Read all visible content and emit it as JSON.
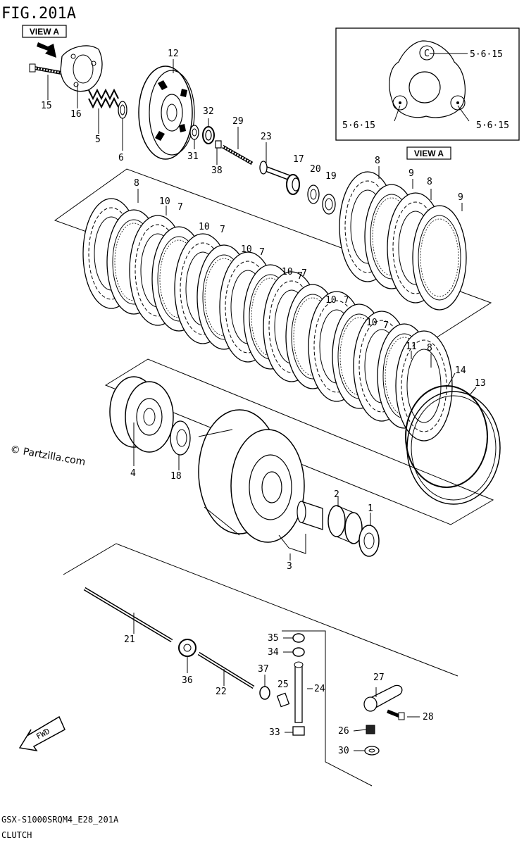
{
  "header": {
    "figure_title": "FIG.201A",
    "view_a_tag": "VIEW A"
  },
  "inset": {
    "label": "VIEW A",
    "center_mark": "C",
    "bolt_labels": [
      "5·6·15",
      "5·6·15",
      "5·6·15"
    ]
  },
  "watermark": "© Partzilla.com",
  "fwd_label": "FWD",
  "parts": [
    {
      "id": "c1",
      "n": "1"
    },
    {
      "id": "c2",
      "n": "2"
    },
    {
      "id": "c3",
      "n": "3"
    },
    {
      "id": "c4",
      "n": "4"
    },
    {
      "id": "c5",
      "n": "5"
    },
    {
      "id": "c6",
      "n": "6"
    },
    {
      "id": "c7a",
      "n": "7"
    },
    {
      "id": "c7b",
      "n": "7"
    },
    {
      "id": "c7c",
      "n": "7"
    },
    {
      "id": "c7d",
      "n": "7"
    },
    {
      "id": "c7e",
      "n": "7"
    },
    {
      "id": "c7f",
      "n": "7"
    },
    {
      "id": "c7g",
      "n": "7"
    },
    {
      "id": "c8a",
      "n": "8"
    },
    {
      "id": "c8b",
      "n": "8"
    },
    {
      "id": "c8c",
      "n": "8"
    },
    {
      "id": "c8d",
      "n": "8"
    },
    {
      "id": "c9a",
      "n": "9"
    },
    {
      "id": "c9b",
      "n": "9"
    },
    {
      "id": "c10a",
      "n": "10"
    },
    {
      "id": "c10b",
      "n": "10"
    },
    {
      "id": "c10c",
      "n": "10"
    },
    {
      "id": "c10d",
      "n": "10"
    },
    {
      "id": "c10e",
      "n": "10"
    },
    {
      "id": "c10f",
      "n": "10"
    },
    {
      "id": "c11",
      "n": "11"
    },
    {
      "id": "c12",
      "n": "12"
    },
    {
      "id": "c13",
      "n": "13"
    },
    {
      "id": "c14",
      "n": "14"
    },
    {
      "id": "c15",
      "n": "15"
    },
    {
      "id": "c16",
      "n": "16"
    },
    {
      "id": "c17",
      "n": "17"
    },
    {
      "id": "c18",
      "n": "18"
    },
    {
      "id": "c19",
      "n": "19"
    },
    {
      "id": "c20",
      "n": "20"
    },
    {
      "id": "c21",
      "n": "21"
    },
    {
      "id": "c22",
      "n": "22"
    },
    {
      "id": "c23",
      "n": "23"
    },
    {
      "id": "c24",
      "n": "24"
    },
    {
      "id": "c25",
      "n": "25"
    },
    {
      "id": "c26",
      "n": "26"
    },
    {
      "id": "c27",
      "n": "27"
    },
    {
      "id": "c28",
      "n": "28"
    },
    {
      "id": "c29",
      "n": "29"
    },
    {
      "id": "c30",
      "n": "30"
    },
    {
      "id": "c31",
      "n": "31"
    },
    {
      "id": "c32",
      "n": "32"
    },
    {
      "id": "c33",
      "n": "33"
    },
    {
      "id": "c34",
      "n": "34"
    },
    {
      "id": "c35",
      "n": "35"
    },
    {
      "id": "c36",
      "n": "36"
    },
    {
      "id": "c37",
      "n": "37"
    },
    {
      "id": "c38",
      "n": "38"
    }
  ],
  "footer": {
    "model_code": "GSX-S1000SRQM4_E28_201A",
    "section_name": "CLUTCH"
  }
}
